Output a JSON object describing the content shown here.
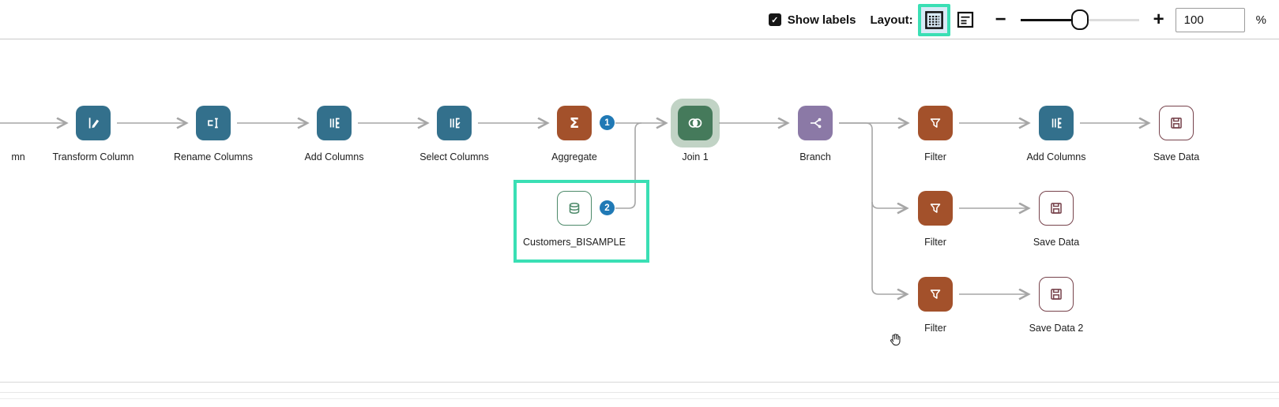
{
  "toolbar": {
    "show_labels": {
      "label": "Show labels",
      "checked": true,
      "check_glyph": "✓"
    },
    "layout_label": "Layout:",
    "layout_buttons": [
      {
        "name": "grid-layout",
        "selected": true
      },
      {
        "name": "list-layout",
        "selected": false
      }
    ],
    "zoom": {
      "minus_label": "−",
      "plus_label": "+",
      "value": "100",
      "percent_symbol": "%",
      "slider_percent": 50
    }
  },
  "canvas": {
    "nodes": [
      {
        "label": "mn",
        "type": "clipped-offscreen-step"
      },
      {
        "label": "Transform Column",
        "type": "transform-column",
        "color": "#33708c"
      },
      {
        "label": "Rename Columns",
        "type": "rename-columns",
        "color": "#33708c"
      },
      {
        "label": "Add Columns",
        "type": "add-columns",
        "color": "#33708c"
      },
      {
        "label": "Select Columns",
        "type": "select-columns",
        "color": "#33708c"
      },
      {
        "label": "Aggregate",
        "type": "aggregate",
        "color": "#a3512b",
        "badge": "1"
      },
      {
        "label": "Join 1",
        "type": "join",
        "color": "#457a5b",
        "selected": true
      },
      {
        "label": "Branch",
        "type": "branch",
        "color": "#8b79a6"
      },
      {
        "label": "Filter",
        "type": "filter",
        "color": "#a3512b"
      },
      {
        "label": "Add Columns",
        "type": "add-columns",
        "color": "#33708c"
      },
      {
        "label": "Save Data",
        "type": "save-data",
        "color": "#77434c"
      },
      {
        "label": "Customers_BISAMPLE",
        "type": "database-source",
        "color": "#4d8a6a",
        "badge": "2",
        "highlighted": true
      },
      {
        "label": "Filter",
        "type": "filter",
        "color": "#a3512b"
      },
      {
        "label": "Save Data",
        "type": "save-data",
        "color": "#77434c"
      },
      {
        "label": "Filter",
        "type": "filter",
        "color": "#a3512b"
      },
      {
        "label": "Save Data 2",
        "type": "save-data",
        "color": "#77434c"
      }
    ],
    "aggregate_symbol": "Σ",
    "colors": {
      "step_teal": "#33708c",
      "step_orange": "#a3512b",
      "step_purple": "#8b79a6",
      "step_green": "#457a5b",
      "join_selection_halo": "#8eaf96",
      "save_outline": "#77434c",
      "db_outline": "#4d8a6a",
      "badge_blue": "#2079b5",
      "highlight_teal": "#3adfb4",
      "connector_gray": "#a6a6a6"
    }
  }
}
